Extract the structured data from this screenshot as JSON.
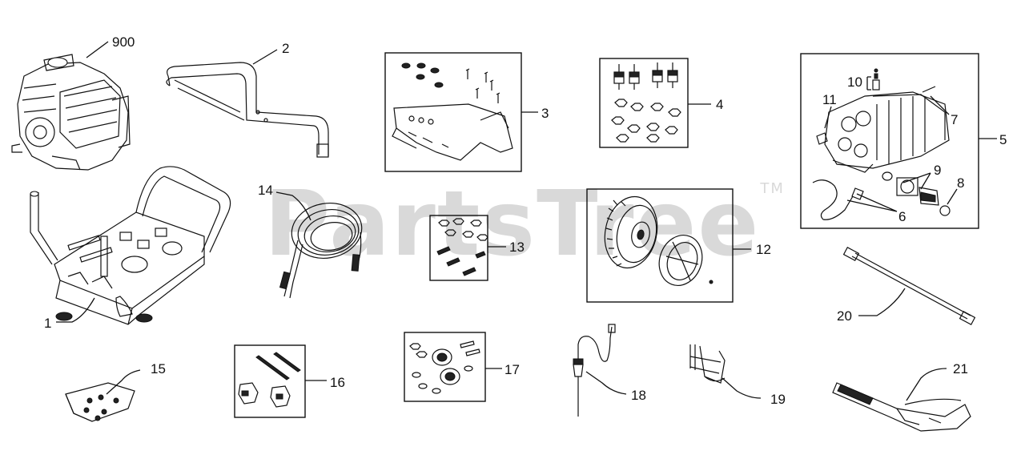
{
  "watermark": {
    "text": "PartsTree",
    "tm": "TM"
  },
  "callouts": {
    "c900": "900",
    "c1": "1",
    "c2": "2",
    "c3": "3",
    "c4": "4",
    "c5": "5",
    "c6": "6",
    "c7": "7",
    "c8": "8",
    "c9": "9",
    "c10": "10",
    "c11": "11",
    "c12": "12",
    "c13": "13",
    "c14": "14",
    "c15": "15",
    "c16": "16",
    "c17": "17",
    "c18": "18",
    "c19": "19",
    "c20": "20",
    "c21": "21"
  },
  "colors": {
    "line": "#111111",
    "watermark": "#b9b9b9",
    "background": "#ffffff"
  }
}
